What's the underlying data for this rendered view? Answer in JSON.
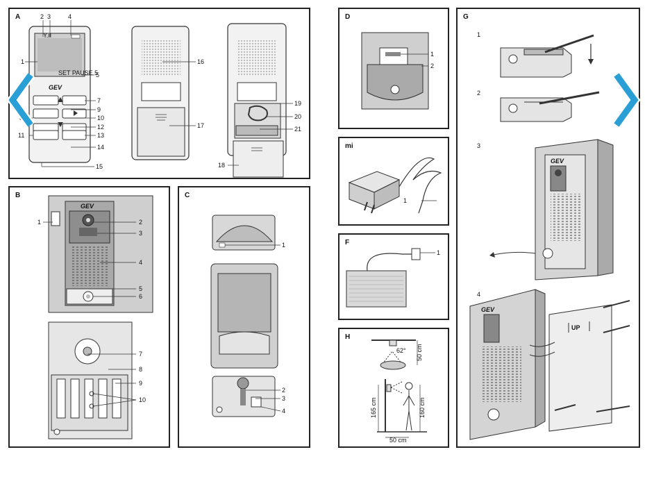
{
  "panels": {
    "A": {
      "label": "A",
      "brand": "GEV",
      "screen_text": "SET PAUSE 5",
      "callouts": [
        "1",
        "2",
        "3",
        "4",
        "5",
        "7",
        "8",
        "9",
        "10",
        "11",
        "12",
        "13",
        "14",
        "15",
        "16",
        "17",
        "18",
        "19",
        "20",
        "21"
      ]
    },
    "B": {
      "label": "B",
      "brand": "GEV",
      "callouts": [
        "1",
        "2",
        "3",
        "4",
        "5",
        "6",
        "7",
        "8",
        "9",
        "10"
      ]
    },
    "C": {
      "label": "C",
      "callouts": [
        "1",
        "2",
        "3",
        "4"
      ]
    },
    "D": {
      "label": "D",
      "callouts": [
        "1",
        "2"
      ]
    },
    "mi": {
      "label": "mi",
      "callouts": [
        "1"
      ]
    },
    "F": {
      "label": "F",
      "callouts": [
        "1"
      ]
    },
    "H": {
      "label": "H",
      "angle": "62°",
      "dim_top": "50 cm",
      "dim_left": "165 cm",
      "dim_right": "160 cm",
      "dim_bottom": "50 cm"
    },
    "G": {
      "label": "G",
      "brand": "GEV",
      "up_label": "UP",
      "steps": [
        "1",
        "2",
        "3",
        "4"
      ]
    }
  },
  "colors": {
    "nav": "#2a9fd6",
    "stroke": "#333333",
    "device": "#e6e6e6",
    "dark": "#555555"
  }
}
